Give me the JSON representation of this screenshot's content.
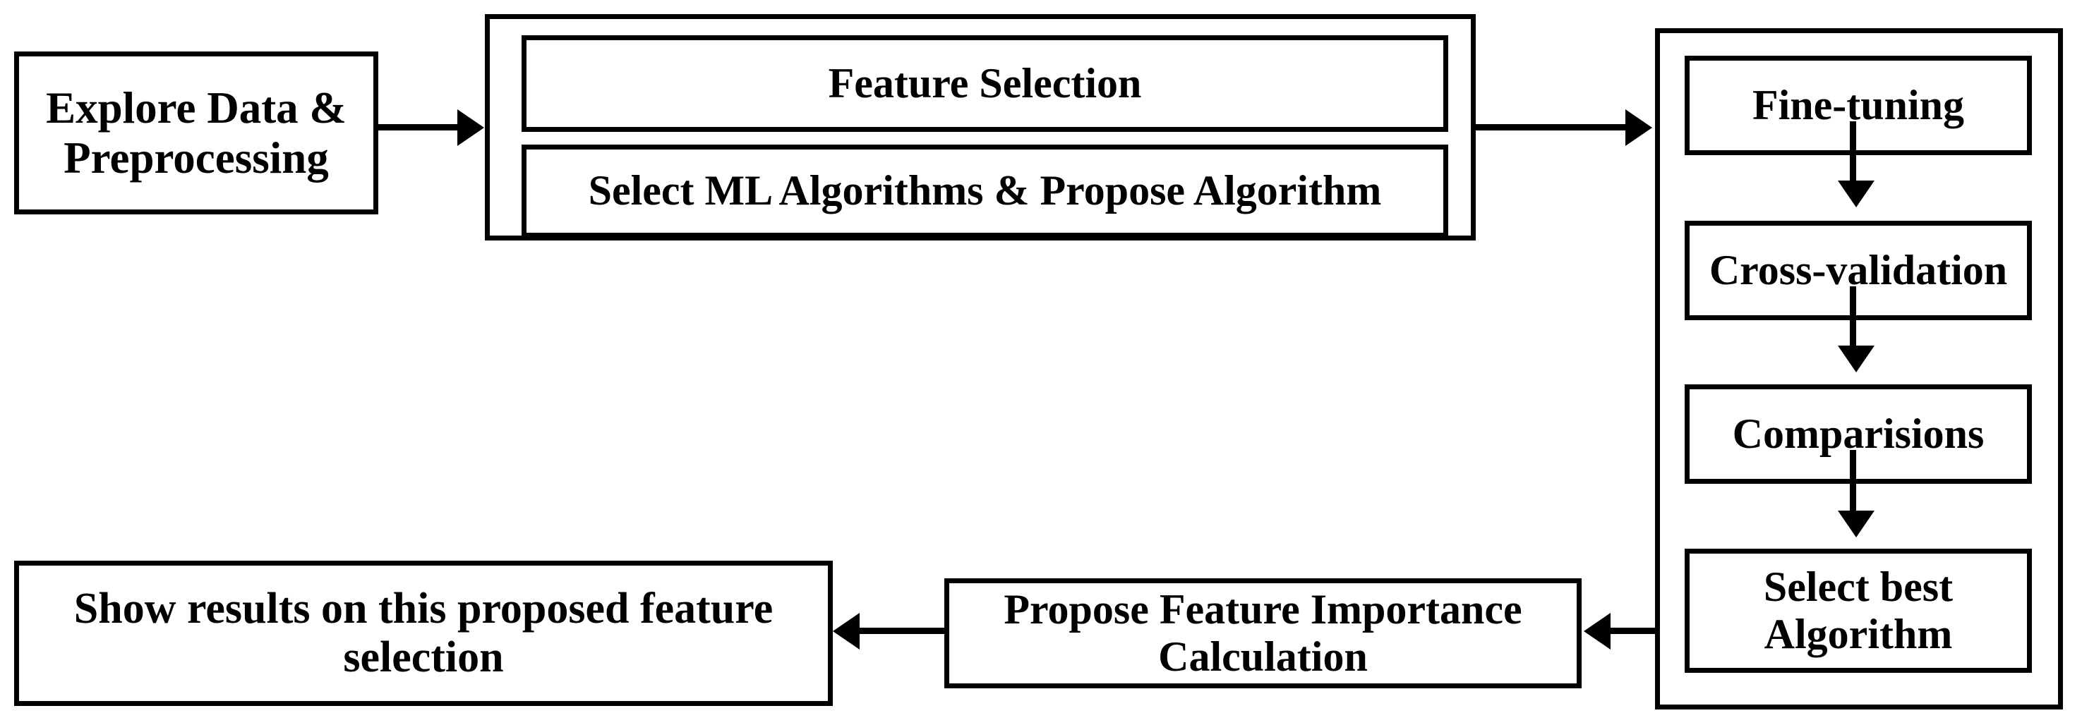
{
  "diagram": {
    "title": "Machine learning feature-selection workflow flowchart",
    "background_color": "#ffffff",
    "stroke_color": "#000000"
  },
  "nodes": {
    "explore": {
      "label": "Explore Data & Preprocessing"
    },
    "feature_group": {
      "items": [
        {
          "label": "Feature Selection"
        },
        {
          "label": "Select ML Algorithms & Propose Algorithm"
        }
      ]
    },
    "right_group": {
      "items": [
        {
          "label": "Fine-tuning"
        },
        {
          "label": "Cross-validation"
        },
        {
          "label": "Comparisions"
        },
        {
          "label": "Select best Algorithm"
        }
      ]
    },
    "propose_importance": {
      "label": "Propose Feature Importance Calculation"
    },
    "show_results": {
      "label": "Show results on this proposed feature selection"
    }
  },
  "connectors": [
    {
      "name": "explore-to-feature-group",
      "direction": "right"
    },
    {
      "name": "feature-group-to-right-group",
      "direction": "right"
    },
    {
      "name": "finetuning-to-crossvalidation",
      "direction": "down"
    },
    {
      "name": "crossvalidation-to-comparisions",
      "direction": "down"
    },
    {
      "name": "comparisions-to-select-best",
      "direction": "down"
    },
    {
      "name": "right-group-to-propose-importance",
      "direction": "left"
    },
    {
      "name": "propose-importance-to-show-results",
      "direction": "left"
    }
  ]
}
